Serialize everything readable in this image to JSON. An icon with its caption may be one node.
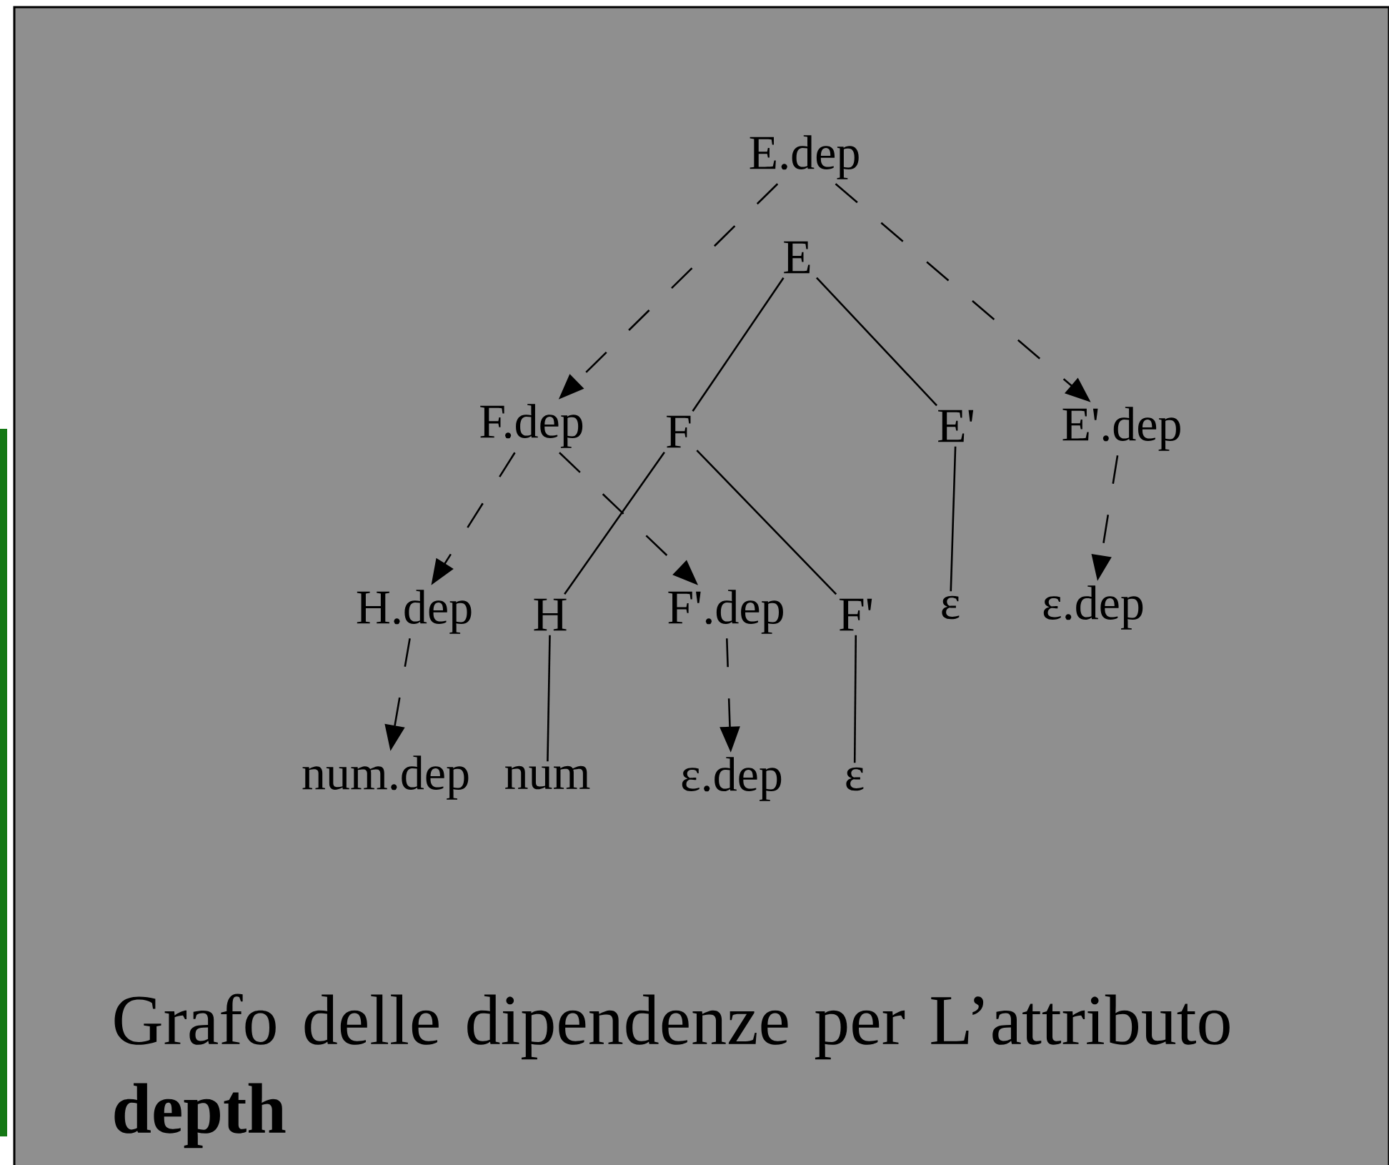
{
  "diagram": {
    "caption": "Grafo delle dipendenze per L’attributo **depth**",
    "nodes": [
      {
        "text": [
          "E.dep"
        ]
      },
      {
        "text": [
          "E"
        ]
      },
      {
        "text": [
          "F.dep"
        ]
      },
      {
        "text": [
          "F"
        ]
      },
      {
        "text": [
          "E'"
        ]
      },
      {
        "text": [
          "E'.dep"
        ]
      },
      {
        "text": [
          "H.dep"
        ]
      },
      {
        "text": [
          "H"
        ]
      },
      {
        "text": [
          "F'.dep"
        ]
      },
      {
        "text": [
          "F'"
        ]
      },
      {
        "text": [
          "ε"
        ]
      },
      {
        "text": [
          "ε.dep"
        ]
      },
      {
        "text": [
          "num.dep"
        ]
      },
      {
        "text": [
          "num"
        ]
      },
      {
        "text": [
          "ε.dep"
        ]
      },
      {
        "text": [
          "ε"
        ]
      }
    ],
    "edges": [
      {
        "from": 0,
        "to": 2,
        "arrow": "to",
        "style": "dashed"
      },
      {
        "from": 0,
        "to": 5,
        "arrow": "to",
        "style": "dashed"
      },
      {
        "from": 1,
        "to": 3,
        "arrow": "none"
      },
      {
        "from": 1,
        "to": 4,
        "arrow": "none"
      },
      {
        "from": 2,
        "to": 6,
        "arrow": "to",
        "style": "dashed"
      },
      {
        "from": 2,
        "to": 8,
        "arrow": "to",
        "style": "dashed"
      },
      {
        "from": 3,
        "to": 7,
        "arrow": "none"
      },
      {
        "from": 3,
        "to": 9,
        "arrow": "none"
      },
      {
        "from": 4,
        "to": 10,
        "arrow": "none"
      },
      {
        "from": 5,
        "to": 11,
        "arrow": "to",
        "style": "dashed"
      },
      {
        "from": 6,
        "to": 12,
        "arrow": "to",
        "style": "dashed"
      },
      {
        "from": 7,
        "to": 13,
        "arrow": "none"
      },
      {
        "from": 8,
        "to": 14,
        "arrow": "to",
        "style": "dashed"
      },
      {
        "from": 9,
        "to": 15,
        "arrow": "none"
      }
    ]
  }
}
